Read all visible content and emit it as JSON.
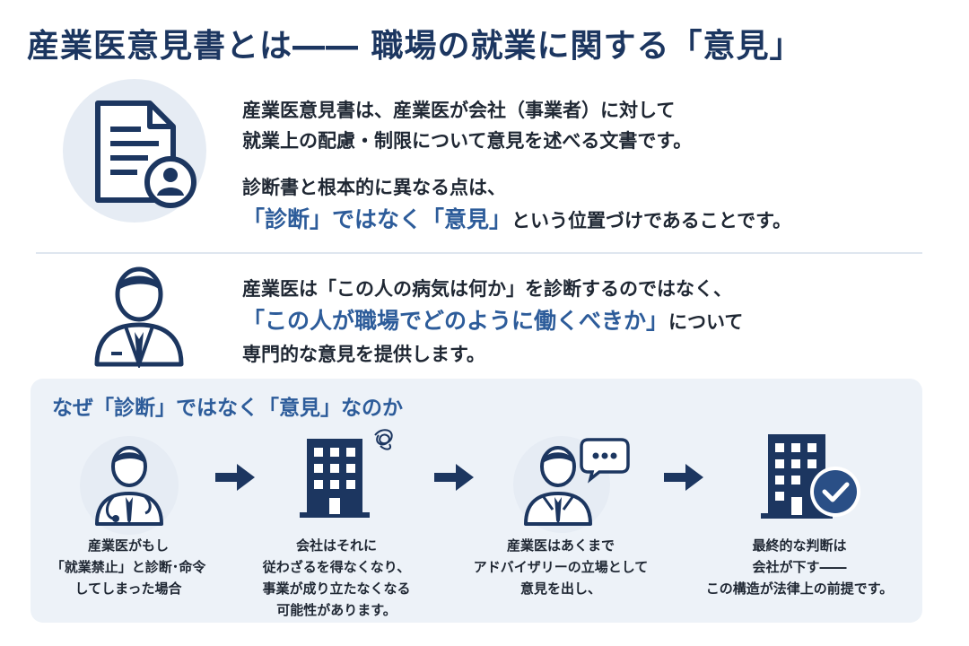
{
  "title": "産業医意見書とは―― 職場の就業に関する「意見」",
  "intro": {
    "line1": "産業医意見書は、産業医が会社（事業者）に対して",
    "line2": "就業上の配慮・制限について意見を述べる文書です。",
    "line3": "診断書と根本的に異なる点は、",
    "line4_highlight": "「診断」ではなく「意見」",
    "line4_rest": "という位置づけであることです。"
  },
  "doctor_section": {
    "line1": "産業医は「この人の病気は何か」を診断するのではなく、",
    "line2_highlight": "「この人が職場でどのように働くべきか」",
    "line2_rest": "について",
    "line3": "専門的な意見を提供します。"
  },
  "why": {
    "title": "なぜ「診断」ではなく「意見」なのか",
    "steps": [
      {
        "icon": "doctor-stethoscope-icon",
        "lines": [
          "産業医がもし",
          "「就業禁止」と診断･命令",
          "してしまった場合"
        ]
      },
      {
        "icon": "building-confused-icon",
        "lines": [
          "会社はそれに",
          "従わざるを得なくなり、",
          "事業が成り立たなくなる",
          "可能性があります。"
        ]
      },
      {
        "icon": "doctor-speech-bubble-icon",
        "lines": [
          "産業医はあくまで",
          "アドバイザリーの立場として",
          "意見を出し、"
        ]
      },
      {
        "icon": "building-check-icon",
        "lines": [
          "最終的な判断は",
          "会社が下す――",
          "この構造が法律上の前提です。"
        ]
      }
    ]
  },
  "colors": {
    "navy": "#1c3660",
    "accent_blue": "#2d5c9a",
    "light_circle": "#e6ecf4",
    "panel_bg": "#edf2f8"
  }
}
